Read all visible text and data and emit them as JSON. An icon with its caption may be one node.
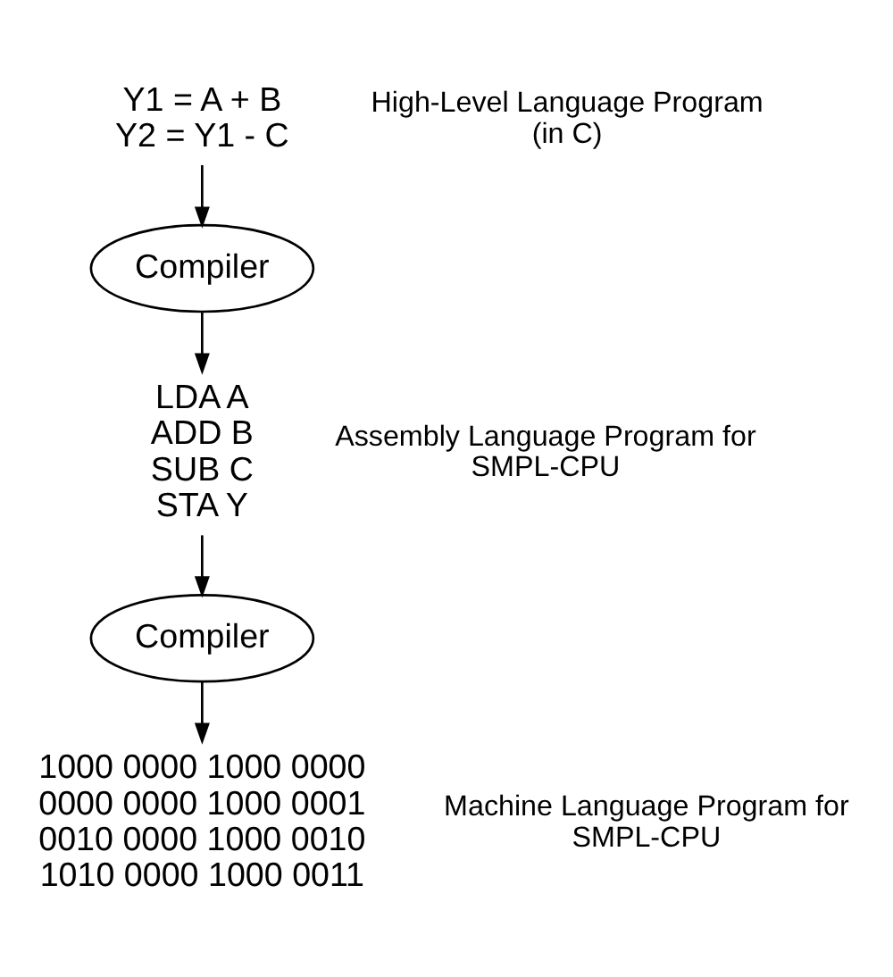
{
  "diagram": {
    "nodes": [
      {
        "text": [
          "Y1 = A + B",
          "Y2 = Y1 - C"
        ],
        "beside": [
          "High-Level Language Program (in C)"
        ]
      },
      {
        "text": [
          "Compiler"
        ]
      },
      {
        "text": [
          "LDA A",
          "ADD B",
          "SUB C",
          "STA Y"
        ],
        "beside": [
          "Assembly Language Program for SMPL-CPU"
        ]
      },
      {
        "text": [
          "Compiler"
        ]
      },
      {
        "text": [
          "1000 0000 1000 0000",
          "0000 0000 1000 0001",
          "0010 0000 1000 0010",
          "1010 0000 1000 0011"
        ],
        "beside": [
          "Machine Language Program for SMPL-CPU"
        ]
      }
    ],
    "edges": [
      {
        "from": 0,
        "to": 1,
        "arrow": "to"
      },
      {
        "from": 1,
        "to": 2,
        "arrow": "to"
      },
      {
        "from": 2,
        "to": 3,
        "arrow": "to"
      },
      {
        "from": 3,
        "to": 4,
        "arrow": "to"
      }
    ]
  }
}
